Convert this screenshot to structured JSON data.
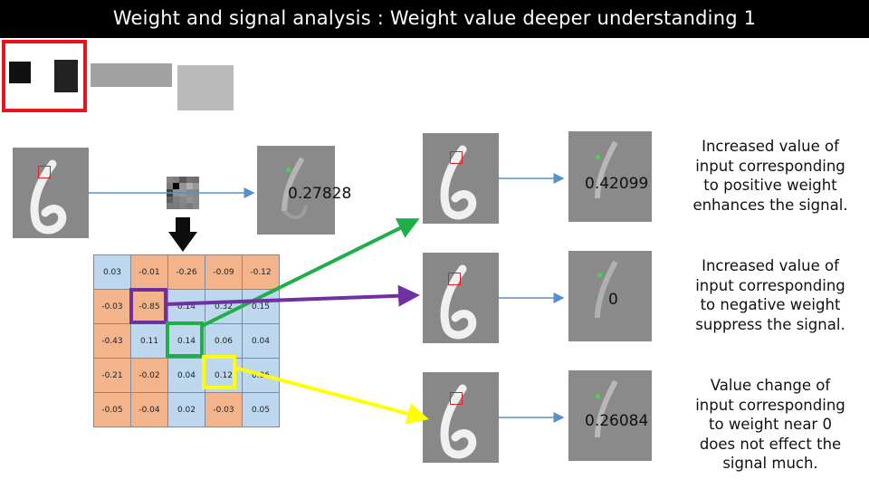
{
  "title": "Weight and signal analysis : Weight value deeper understanding 1",
  "outputs": {
    "conv_value": "0.27828",
    "positive_value": "0.42099",
    "negative_value": "0",
    "near_zero_value": "0.26084"
  },
  "notes": {
    "positive": "Increased value of input corresponding to positive weight enhances the signal.",
    "negative": "Increased value of input corresponding to negative weight suppress the signal.",
    "near_zero": "Value change of input corresponding to weight near 0 does not effect the signal much."
  },
  "weights": [
    [
      "0.03",
      "-0.01",
      "-0.26",
      "-0.09",
      "-0.12"
    ],
    [
      "-0.03",
      "-0.85",
      "0.14",
      "0.32",
      "0.15"
    ],
    [
      "-0.43",
      "0.11",
      "0.14",
      "0.06",
      "0.04"
    ],
    [
      "-0.21",
      "-0.02",
      "0.04",
      "0.12",
      "0.06"
    ],
    [
      "-0.05",
      "-0.04",
      "0.02",
      "-0.03",
      "0.05"
    ]
  ],
  "colors": {
    "positive_highlight": "#1fae48",
    "negative_highlight": "#7030a0",
    "near_zero_highlight": "#ffff00",
    "arrow": "#5b8fc7",
    "negative_cell": "#f3b48c",
    "positive_cell": "#bdd7ee"
  }
}
